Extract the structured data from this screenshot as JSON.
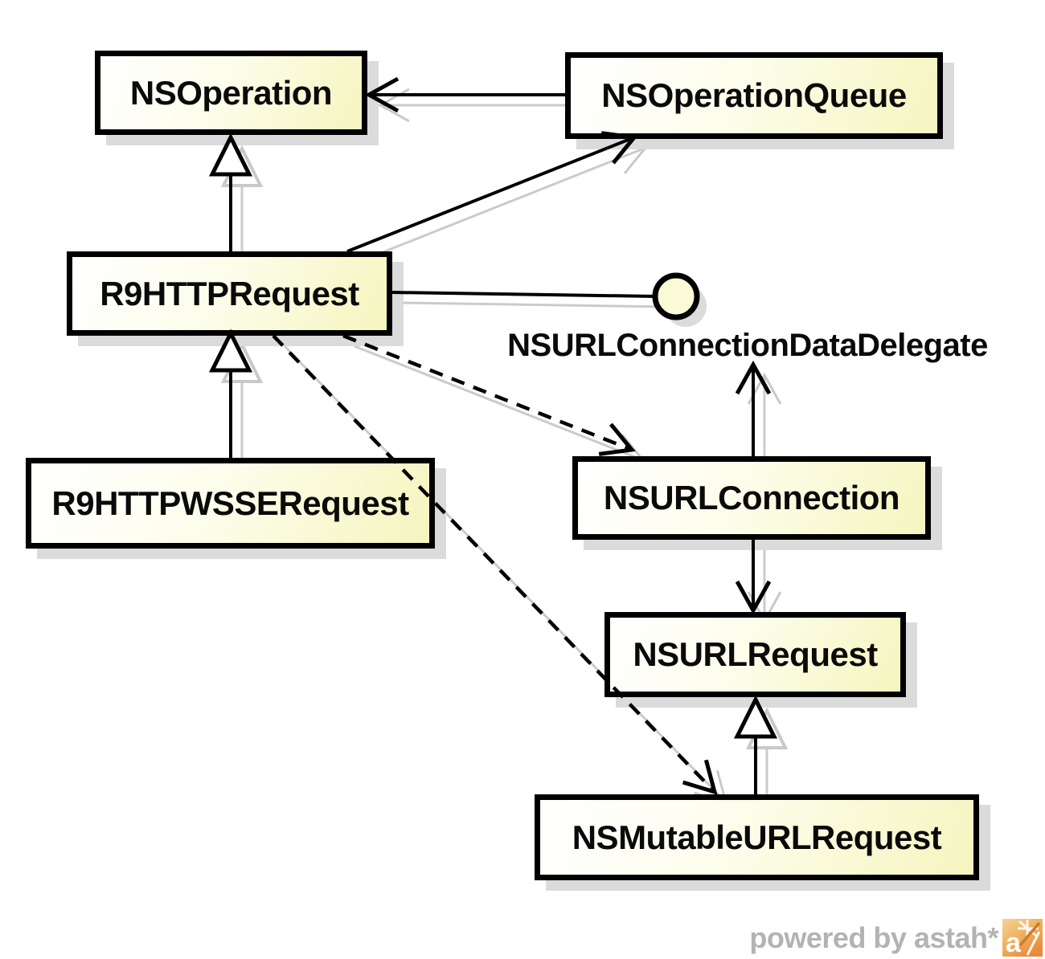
{
  "diagram": {
    "kind": "uml-class-diagram",
    "nodes": [
      {
        "id": "nsoperation",
        "label": "NSOperation"
      },
      {
        "id": "nsoperationqueue",
        "label": "NSOperationQueue"
      },
      {
        "id": "r9httprequest",
        "label": "R9HTTPRequest"
      },
      {
        "id": "r9httpwsserequest",
        "label": "R9HTTPWSSERequest"
      },
      {
        "id": "nsurlconnection",
        "label": "NSURLConnection"
      },
      {
        "id": "nsurlrequest",
        "label": "NSURLRequest"
      },
      {
        "id": "nsmutableurlrequest",
        "label": "NSMutableURLRequest"
      }
    ],
    "interface": {
      "label": "NSURLConnectionDataDelegate",
      "shape": "lollipop-circle"
    },
    "edges": [
      {
        "from": "R9HTTPRequest",
        "to": "NSOperation",
        "type": "generalization"
      },
      {
        "from": "NSOperationQueue",
        "to": "NSOperation",
        "type": "association-arrow"
      },
      {
        "from": "R9HTTPRequest",
        "to": "NSOperationQueue",
        "type": "association-arrow"
      },
      {
        "from": "R9HTTPRequest",
        "to": "NSURLConnectionDataDelegate",
        "type": "realization-lollipop"
      },
      {
        "from": "R9HTTPWSSERequest",
        "to": "R9HTTPRequest",
        "type": "generalization"
      },
      {
        "from": "R9HTTPRequest",
        "to": "NSURLConnection",
        "type": "dependency-dashed"
      },
      {
        "from": "NSURLConnection",
        "to": "NSURLConnectionDataDelegate",
        "type": "association-arrow"
      },
      {
        "from": "NSURLConnection",
        "to": "NSURLRequest",
        "type": "association-arrow"
      },
      {
        "from": "NSMutableURLRequest",
        "to": "NSURLRequest",
        "type": "generalization"
      },
      {
        "from": "R9HTTPRequest",
        "to": "NSMutableURLRequest",
        "type": "dependency-dashed"
      }
    ],
    "watermark": {
      "text": "powered by astah*",
      "logo": "astah-logo",
      "logo_letter": "a"
    },
    "colors": {
      "node_border": "#000000",
      "node_fill_from": "#ffffff",
      "node_fill_to": "#f5f5bf",
      "node_shadow": "#dbdbdb",
      "line": "#000000",
      "line_shadow": "#c9c9c9",
      "watermark_gray": "#b3b3b3",
      "logo_orange_light": "#f3cd8a",
      "logo_orange_dark": "#e9893b",
      "background": "#ffffff"
    }
  }
}
